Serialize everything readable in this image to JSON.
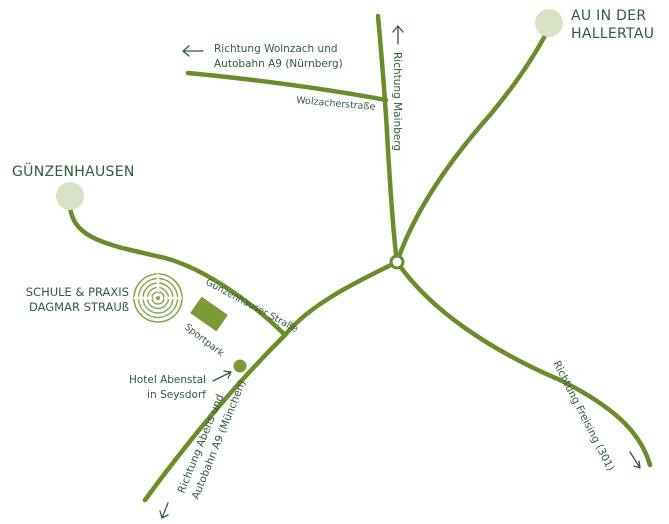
{
  "map": {
    "colors": {
      "road": "#6b8c2a",
      "text": "#2f5a3c",
      "city_marker": "#d9e2c6",
      "sportpark": "#7a9a35",
      "labyrinth": "#8aa64a"
    },
    "cities": {
      "au": {
        "line1": "AU IN DER",
        "line2": "HALLERTAU"
      },
      "guenzenhausen": {
        "name": "GÜNZENHAUSEN"
      }
    },
    "school": {
      "line1": "SCHULE & PRAXIS",
      "line2": "DAGMAR STRAUß",
      "icon": "labyrinth-icon"
    },
    "sportpark": {
      "label": "Sportpark"
    },
    "hotel": {
      "line1": "Hotel Abenstal",
      "line2": "in Seysdorf"
    },
    "roads": {
      "wolzacher": "Wolzacherstraße",
      "guenzenhauser": "Günzenhauser Straße"
    },
    "directions": {
      "wolnzach": {
        "line1": "Richtung Wolnzach und",
        "line2": "Autobahn A9 (Nürnberg)",
        "icon": "arrow-left-icon"
      },
      "mainberg": {
        "text": "Richtung Mainberg",
        "icon": "arrow-up-icon"
      },
      "freising": {
        "text": "Richtung Freising (301)",
        "icon": "arrow-down-right-icon"
      },
      "abens": {
        "line1": "Richtung Abens und",
        "line2": "Autobahn A9 (München)",
        "icon": "arrow-down-left-icon"
      }
    }
  }
}
